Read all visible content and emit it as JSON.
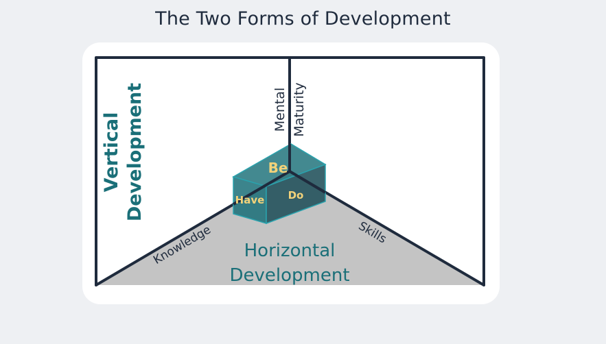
{
  "title": "The Two Forms of Development",
  "diagram": {
    "vertical_label_line1": "Vertical",
    "vertical_label_line2": "Development",
    "mental_label": "Mental",
    "maturity_label": "Maturity",
    "be_label": "Be",
    "have_label": "Have",
    "do_label": "Do",
    "knowledge_label": "Knowledge",
    "skills_label": "Skills",
    "horizontal_label_line1": "Horizontal",
    "horizontal_label_line2": "Development"
  },
  "colors": {
    "frame": "#1f2b3d",
    "floor": "#c4c4c4",
    "teal": "#1a6f78",
    "teal_text": "#1a6f78",
    "cube_label": "#f2d27a",
    "background": "#eef0f3",
    "card": "#ffffff"
  }
}
